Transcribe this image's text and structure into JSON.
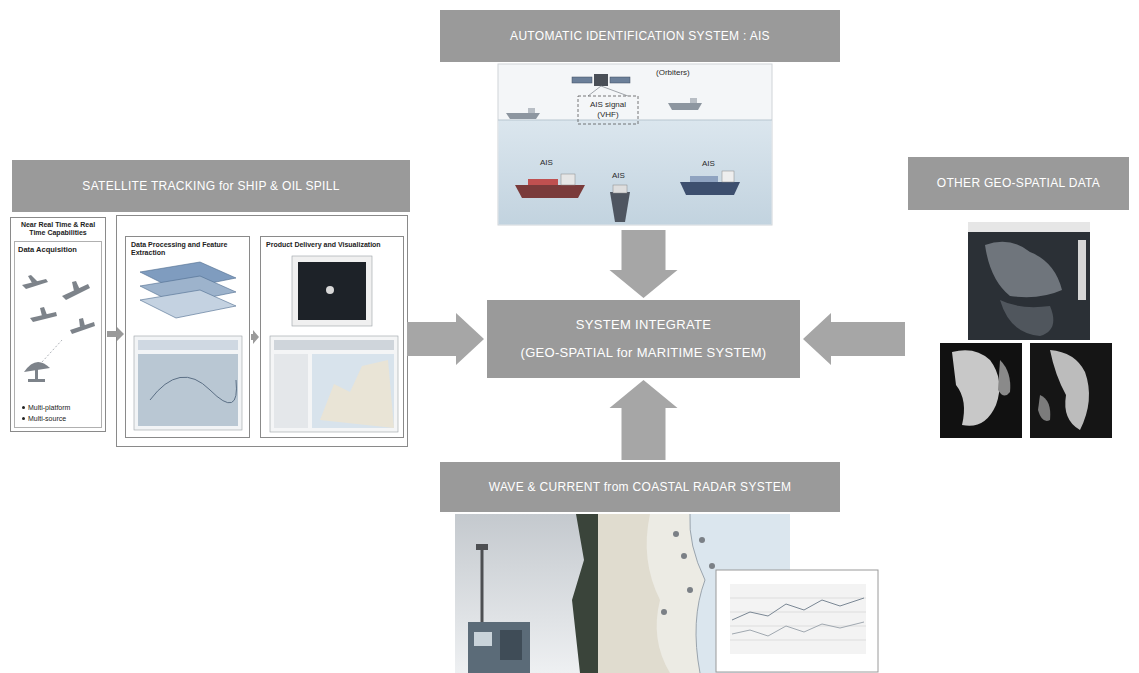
{
  "diagram": {
    "nodes": [
      {
        "text": [
          "AUTOMATIC IDENTIFICATION SYSTEM : AIS"
        ]
      },
      {
        "text": [
          "SATELLITE TRACKING for SHIP & OIL SPILL"
        ]
      },
      {
        "text": [
          "OTHER GEO-SPATIAL DATA"
        ]
      },
      {
        "text": [
          "SYSTEM INTEGRATE",
          "(GEO-SPATIAL for MARITIME SYSTEM)"
        ]
      },
      {
        "text": [
          "WAVE & CURRENT from COASTAL RADAR SYSTEM"
        ]
      },
      {
        "text": [
          "Near Real Time & Real Time Capabilities",
          "Data Acquisition",
          "Multi-platform",
          "Multi-source"
        ]
      },
      {
        "text": [
          "Data Processing and Feature Extraction"
        ]
      },
      {
        "text": [
          "Product Delivery and Visualization"
        ]
      }
    ],
    "edges": [
      {
        "from": 0,
        "to": 3,
        "arrow": "to"
      },
      {
        "from": 7,
        "to": 3,
        "arrow": "to"
      },
      {
        "from": 2,
        "to": 3,
        "arrow": "to"
      },
      {
        "from": 4,
        "to": 3,
        "arrow": "to"
      },
      {
        "from": 5,
        "to": 6,
        "arrow": "to"
      },
      {
        "from": 6,
        "to": 7,
        "arrow": "to"
      }
    ],
    "labels": [
      "(Orbiters)",
      "AIS signal (VHF)",
      "AIS",
      "AIS",
      "AIS"
    ]
  }
}
